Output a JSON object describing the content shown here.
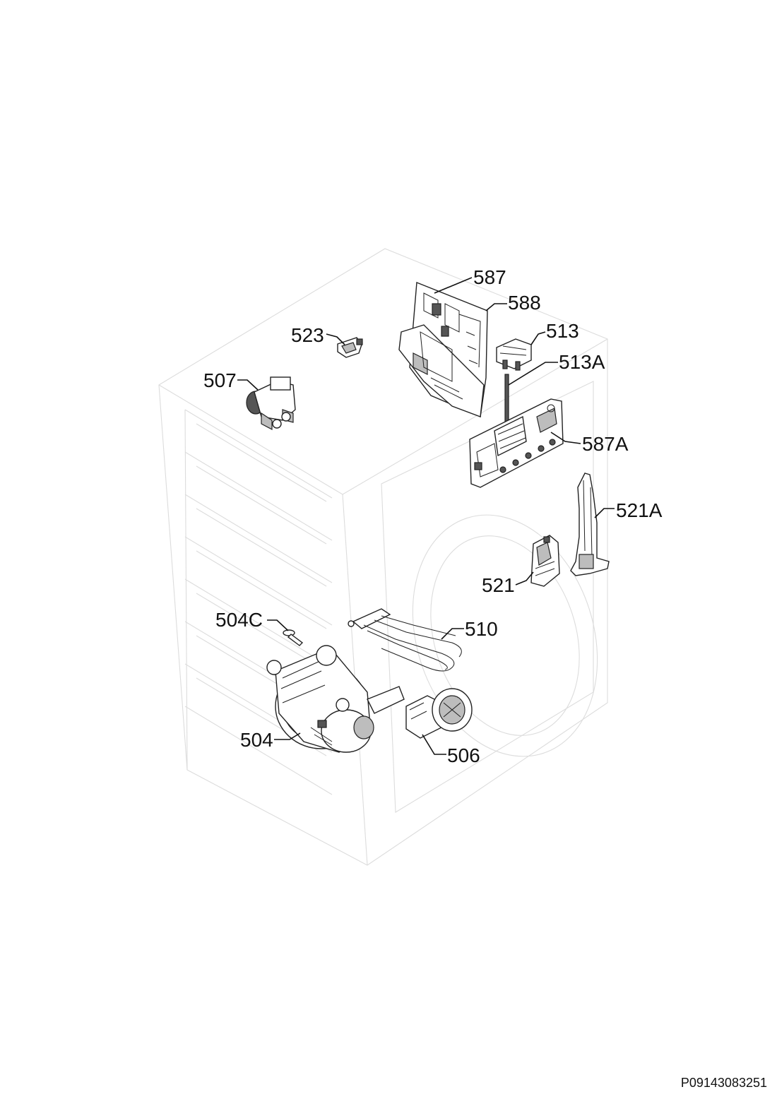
{
  "document_id": "P09143083251",
  "callouts": {
    "c587": "587",
    "c588": "588",
    "c523": "523",
    "c513": "513",
    "c513A": "513A",
    "c507": "507",
    "c587A": "587A",
    "c521A": "521A",
    "c521": "521",
    "c504C": "504C",
    "c510": "510",
    "c504": "504",
    "c506": "506"
  }
}
